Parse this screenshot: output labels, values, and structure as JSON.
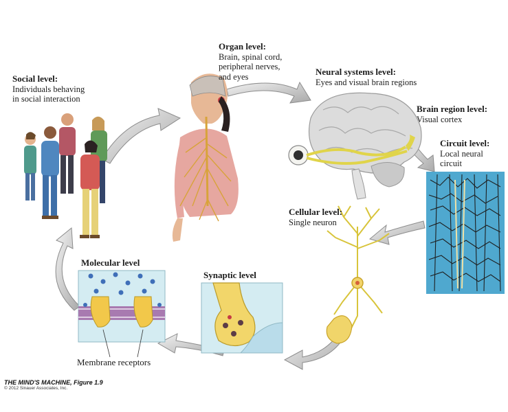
{
  "levels": {
    "social": {
      "title": "Social level:",
      "lines": [
        "Individuals behaving",
        "in social interaction"
      ]
    },
    "organ": {
      "title": "Organ level:",
      "lines": [
        "Brain, spinal cord,",
        "peripheral nerves,",
        "and eyes"
      ]
    },
    "neural_systems": {
      "title": "Neural systems level:",
      "lines": [
        "Eyes and visual brain regions"
      ]
    },
    "brain_region": {
      "title": "Brain region level:",
      "lines": [
        "Visual cortex"
      ]
    },
    "circuit": {
      "title": "Circuit level:",
      "lines": [
        "Local neural",
        "circuit"
      ]
    },
    "cellular": {
      "title": "Cellular level:",
      "lines": [
        "Single neuron"
      ]
    },
    "synaptic": {
      "title": "Synaptic level"
    },
    "molecular": {
      "title": "Molecular level"
    }
  },
  "membrane_receptors": "Membrane receptors",
  "figure_credit": "THE MIND'S MACHINE, Figure 1.9",
  "copyright": "© 2012 Sinauer Associates, Inc."
}
